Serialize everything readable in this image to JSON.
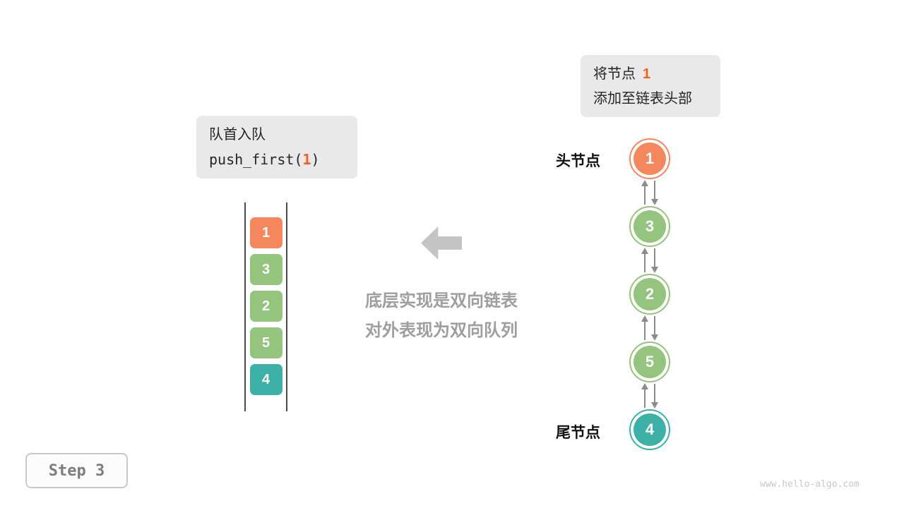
{
  "annotation_top": {
    "line1_prefix": "将节点",
    "line1_value": "1",
    "line2": "添加至链表头部"
  },
  "operation": {
    "title": "队首入队",
    "code_prefix": "push_first(",
    "code_value": "1",
    "code_suffix": ")"
  },
  "stack": {
    "items": [
      {
        "value": "1",
        "color": "#F4875D"
      },
      {
        "value": "3",
        "color": "#94C47D"
      },
      {
        "value": "2",
        "color": "#94C47D"
      },
      {
        "value": "5",
        "color": "#94C47D"
      },
      {
        "value": "4",
        "color": "#3DB1A8"
      }
    ]
  },
  "caption": {
    "line1": "底层实现是双向链表",
    "line2": "对外表现为双向队列"
  },
  "linked_list": {
    "head_label": "头节点",
    "tail_label": "尾节点",
    "arrow_color": "#8C8C8C",
    "nodes": [
      {
        "value": "1",
        "color": "#F4875D"
      },
      {
        "value": "3",
        "color": "#94C47D"
      },
      {
        "value": "2",
        "color": "#94C47D"
      },
      {
        "value": "5",
        "color": "#94C47D"
      },
      {
        "value": "4",
        "color": "#3DB1A8"
      }
    ]
  },
  "step_label": "Step 3",
  "watermark": "www.hello-algo.com",
  "colors": {
    "highlight_orange": "#F2611B",
    "box_gray": "#E9E9E9",
    "arrow_gray": "#C4C4C4"
  }
}
